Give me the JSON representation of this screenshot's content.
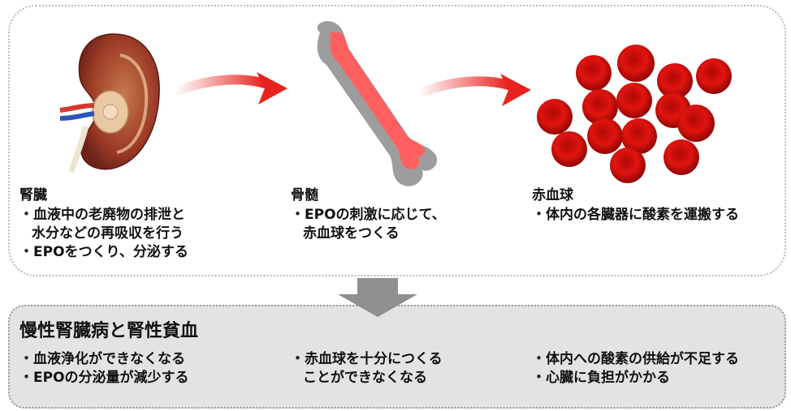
{
  "kidney": {
    "title": "腎臓",
    "lines": [
      "・血液中の老廃物の排泄と",
      "水分などの再吸収を行う",
      "・EPOをつくり、分泌する"
    ]
  },
  "marrow": {
    "title": "骨髄",
    "lines": [
      "・EPOの刺激に応じて、",
      "赤血球をつくる"
    ]
  },
  "rbc": {
    "title": "赤血球",
    "lines": [
      "・体内の各臓器に酸素を運搬する"
    ]
  },
  "bottom": {
    "title": "慢性腎臓病と腎性貧血",
    "col1": [
      "・血液浄化ができなくなる",
      "・EPOの分泌量が減少する"
    ],
    "col2": [
      "・赤血球を十分につくる",
      "ことができなくなる"
    ],
    "col3": [
      "・体内への酸素の供給が不足する",
      "・心臓に負担がかかる"
    ]
  },
  "colors": {
    "arrow_red": "#e8231f",
    "cell_red": "#d60d0b",
    "bone_fill": "#ff5f5f",
    "bone_outline": "#8c8c8c",
    "down_arrow": "#8f8f8f",
    "bottom_bg": "#e3e3e3"
  }
}
